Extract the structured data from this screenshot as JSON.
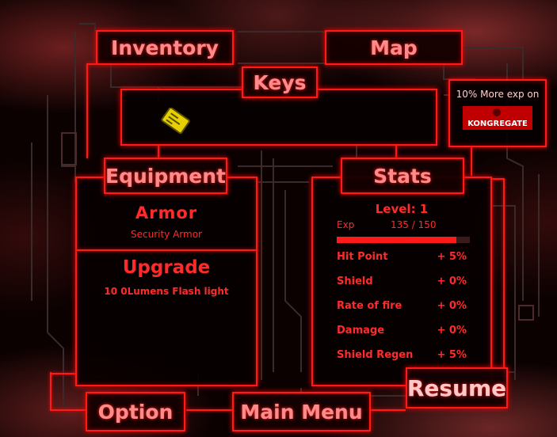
{
  "tabs": {
    "inventory": "Inventory",
    "map": "Map",
    "keys": "Keys",
    "equipment": "Equipment",
    "stats": "Stats",
    "option": "Option",
    "main_menu": "Main Menu",
    "resume": "Resume"
  },
  "promo": {
    "text": "10% More exp on",
    "logo_text": "KONGREGATE"
  },
  "keys": {
    "items": [
      "keycard"
    ]
  },
  "equipment": {
    "armor_heading": "Armor",
    "armor_value": "Security Armor",
    "upgrade_heading": "Upgrade",
    "upgrade_value": "10 0Lumens Flash light"
  },
  "stats": {
    "level_label": "Level: 1",
    "exp_label": "Exp",
    "exp_value": "135 / 150",
    "exp_progress": 0.9,
    "rows": [
      {
        "label": "Hit Point",
        "value": "+ 5%"
      },
      {
        "label": "Shield",
        "value": "+ 0%"
      },
      {
        "label": "Rate of fire",
        "value": "+ 0%"
      },
      {
        "label": "Damage",
        "value": "+ 0%"
      },
      {
        "label": "Shield Regen",
        "value": "+ 5%"
      }
    ]
  },
  "colors": {
    "accent": "#ff1a1a",
    "text_red": "#ff2b2b",
    "tab_text": "#ff8a8a",
    "bar_track": "#3a1a1a"
  }
}
